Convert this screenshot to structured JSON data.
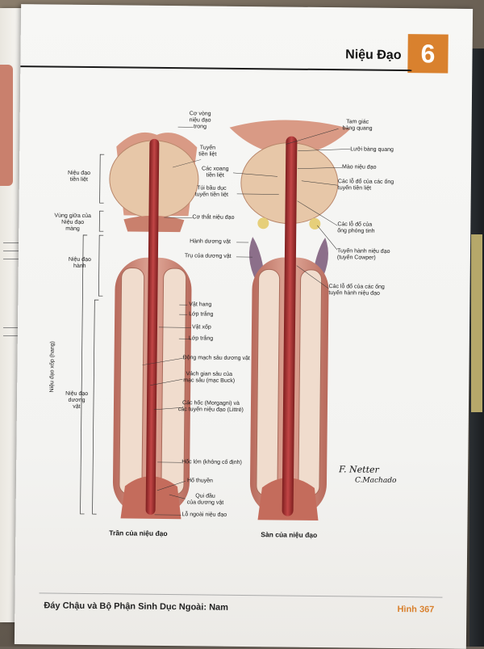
{
  "header": {
    "title": "Niệu Đạo",
    "chapter": "6"
  },
  "footer": {
    "section": "Đáy Chậu và Bộ Phận Sinh Dục Ngoài: Nam",
    "figure": "Hình 367"
  },
  "captions": {
    "left": "Trần của niệu đạo",
    "right": "Sàn của niệu đạo"
  },
  "left_labels": {
    "prostatic": "Niệu đạo\ntiền liệt",
    "membranous": "Vùng giữa của\nNiệu đạo\nmàng",
    "bulbar": "Niệu đạo\nhành",
    "spongy": "Niệu đạo xốp (hang)",
    "penile": "Niệu đạo\ndương\nvật"
  },
  "center_labels": {
    "sphincter_internal": "Cơ vòng\nniệu đạo\ntrong",
    "prostate": "Tuyến\ntiền liệt",
    "prostatic_sinuses": "Các xoang\ntiền liệt",
    "utricle": "Túi bầu dục\ntuyến tiền liệt",
    "sphincter_external": "Cơ thắt niệu đạo",
    "bulb": "Hành dương vật",
    "crus": "Trụ của dương vật",
    "corpus_cavernosum": "Vật hang",
    "tunica_1": "Lớp trắng",
    "corpus_spongiosum": "Vật xốp",
    "tunica_2": "Lớp trắng",
    "deep_artery": "Động mạch sâu dương vật",
    "septum": "Vách gian sâu của\nmạc sâu (mạc Buck)",
    "lacunae": "Các hốc (Morgagni) và\ncác tuyến niệu đạo (Littré)",
    "lacuna_magna": "Hốc lớn (không cố định)",
    "navicular_fossa": "Hố thuyền",
    "glans": "Qui đầu\ncủa dương vật",
    "meatus": "Lỗ ngoài niệu đạo"
  },
  "right_labels": {
    "trigone": "Tam giác\nbàng quang",
    "uvula": "Lưỡi bàng quang",
    "crest": "Mào niệu đạo",
    "prostatic_ducts": "Các lỗ đổ của các ống\ntuyến tiền liệt",
    "ejaculatory": "Các lỗ đổ của\nống phóng tinh",
    "cowper": "Tuyến hành niệu đạo\n(tuyến Cowper)",
    "cowper_ducts": "Các lỗ đổ của các ống\ntuyến hành niệu đạo"
  },
  "signature": {
    "artist1": "F. Netter",
    "artist2": "C.Machado"
  },
  "colors": {
    "accent": "#d9812e",
    "tissue": "#c9806d",
    "urethra": "#9b2a2a",
    "prostate": "#e7c7a8"
  }
}
